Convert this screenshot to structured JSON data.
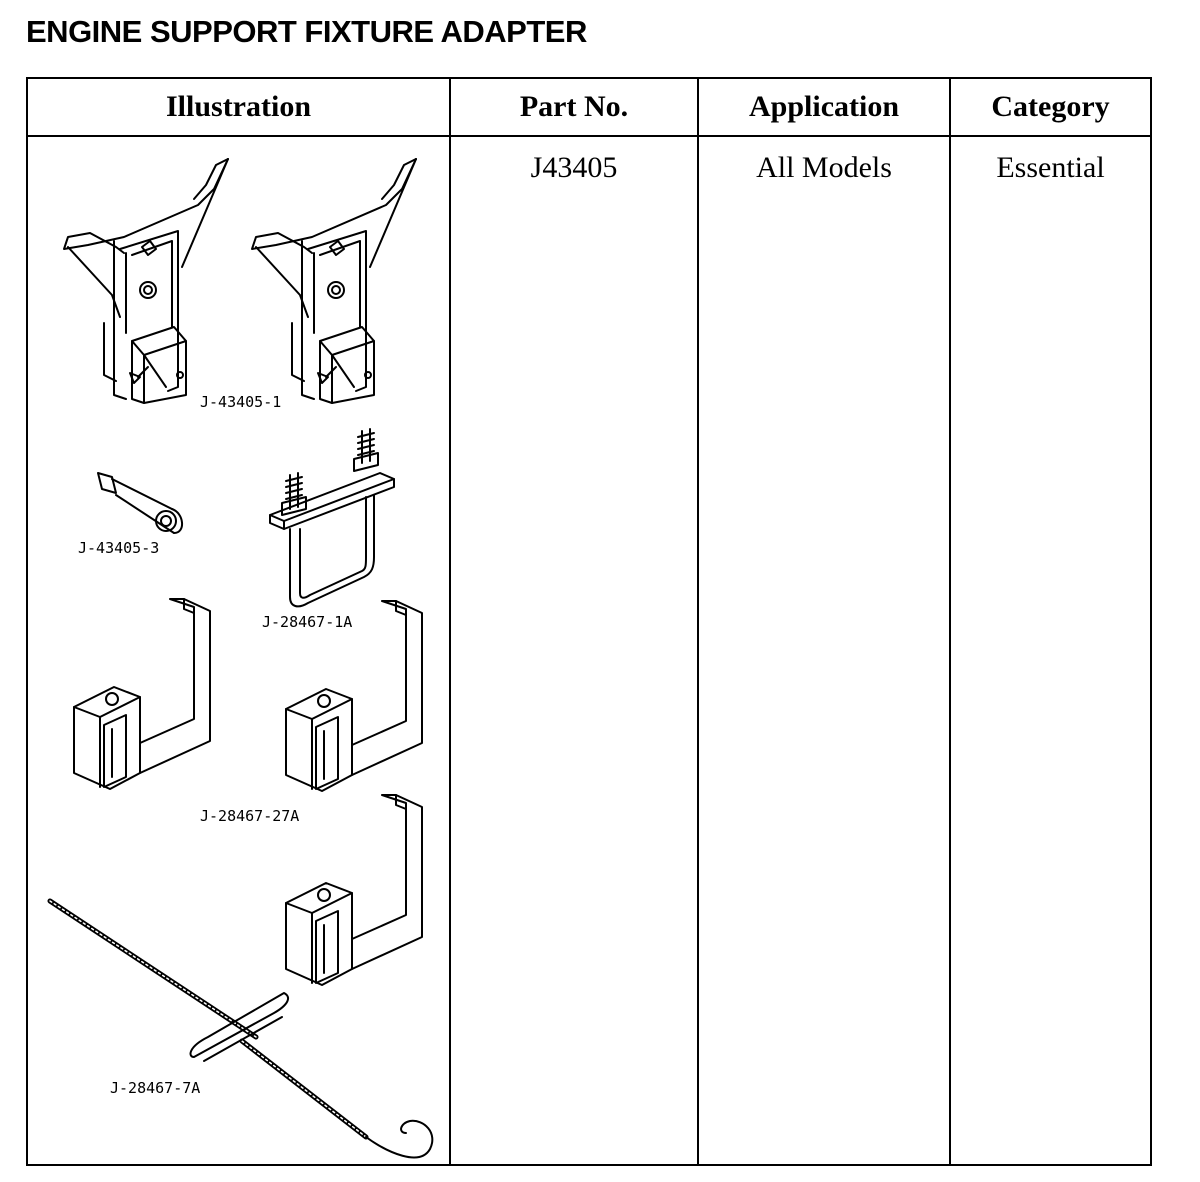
{
  "title": "ENGINE SUPPORT FIXTURE ADAPTER",
  "table": {
    "headers": [
      "Illustration",
      "Part No.",
      "Application",
      "Category"
    ],
    "row": {
      "part_no": "J43405",
      "application": "All Models",
      "category": "Essential"
    }
  },
  "illustration": {
    "labels": {
      "bracket": "J-43405-1",
      "spacer": "J-43405-3",
      "plate_bolts": "J-28467-1A",
      "hook_adapter": "J-28467-27A",
      "threaded_rod": "J-28467-7A"
    }
  }
}
